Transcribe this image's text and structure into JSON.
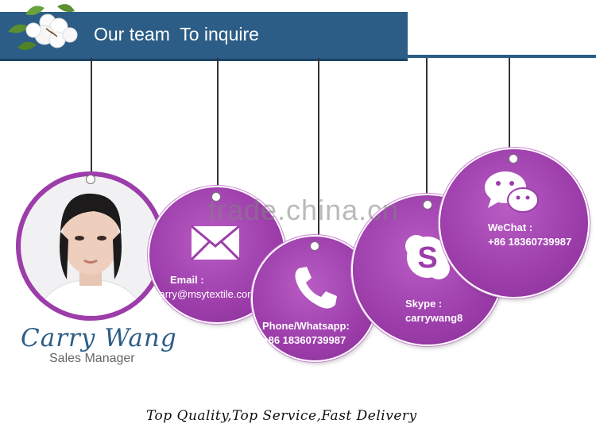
{
  "header": {
    "title": "Our team  To inquire"
  },
  "person": {
    "name": "Carry Wang",
    "role": "Sales Manager"
  },
  "contacts": {
    "email": {
      "label": "Email :",
      "value": "carry@msytextile.com"
    },
    "phone": {
      "label": "Phone/Whatsapp:",
      "value": "+86 18360739987"
    },
    "skype": {
      "label": "Skype :",
      "value": "carrywang8"
    },
    "wechat": {
      "label": "WeChat :",
      "value": "+86 18360739987"
    }
  },
  "slogan": "Top Quality,Top Service,Fast Delivery",
  "watermark": "trade.china.cn",
  "colors": {
    "banner": "#2c5d86",
    "disc": "#9c3daa",
    "name": "#2c5d86"
  },
  "icons": [
    "cotton-flower-icon",
    "envelope-icon",
    "phone-icon",
    "skype-icon",
    "wechat-icon"
  ]
}
